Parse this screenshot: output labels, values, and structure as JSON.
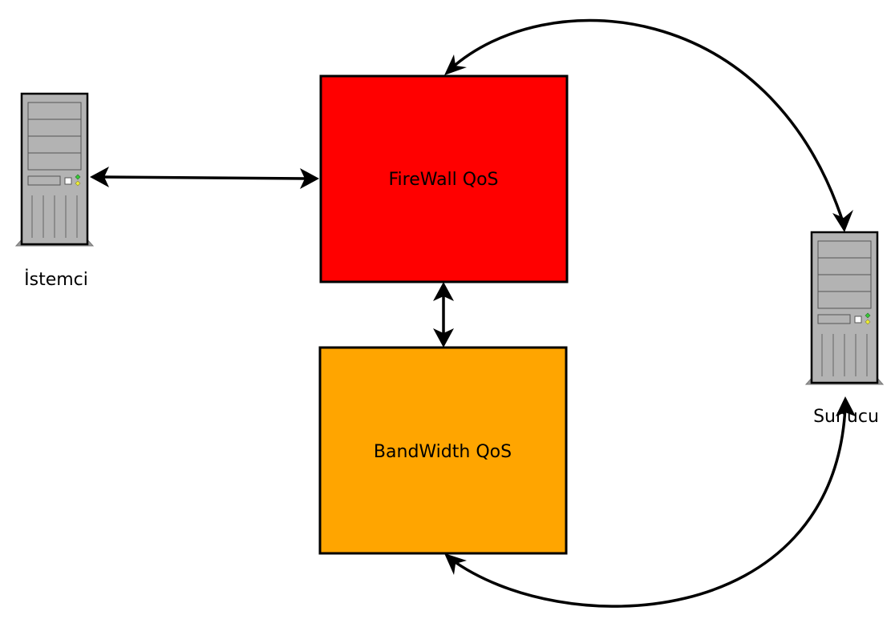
{
  "nodes": {
    "firewall": {
      "label": "FireWall QoS",
      "color": "#ff0000"
    },
    "bandwidth": {
      "label": "BandWidth QoS",
      "color": "#ffa500"
    },
    "client": {
      "label": "İstemci"
    },
    "server": {
      "label": "Sunucu"
    }
  },
  "icons": {
    "client": "server-tower-icon",
    "server": "server-tower-icon"
  },
  "edges": [
    {
      "from": "client",
      "to": "firewall",
      "direction": "both"
    },
    {
      "from": "firewall",
      "to": "bandwidth",
      "direction": "both"
    },
    {
      "from": "firewall",
      "to": "server",
      "direction": "both"
    },
    {
      "from": "bandwidth",
      "to": "server",
      "direction": "both"
    }
  ]
}
